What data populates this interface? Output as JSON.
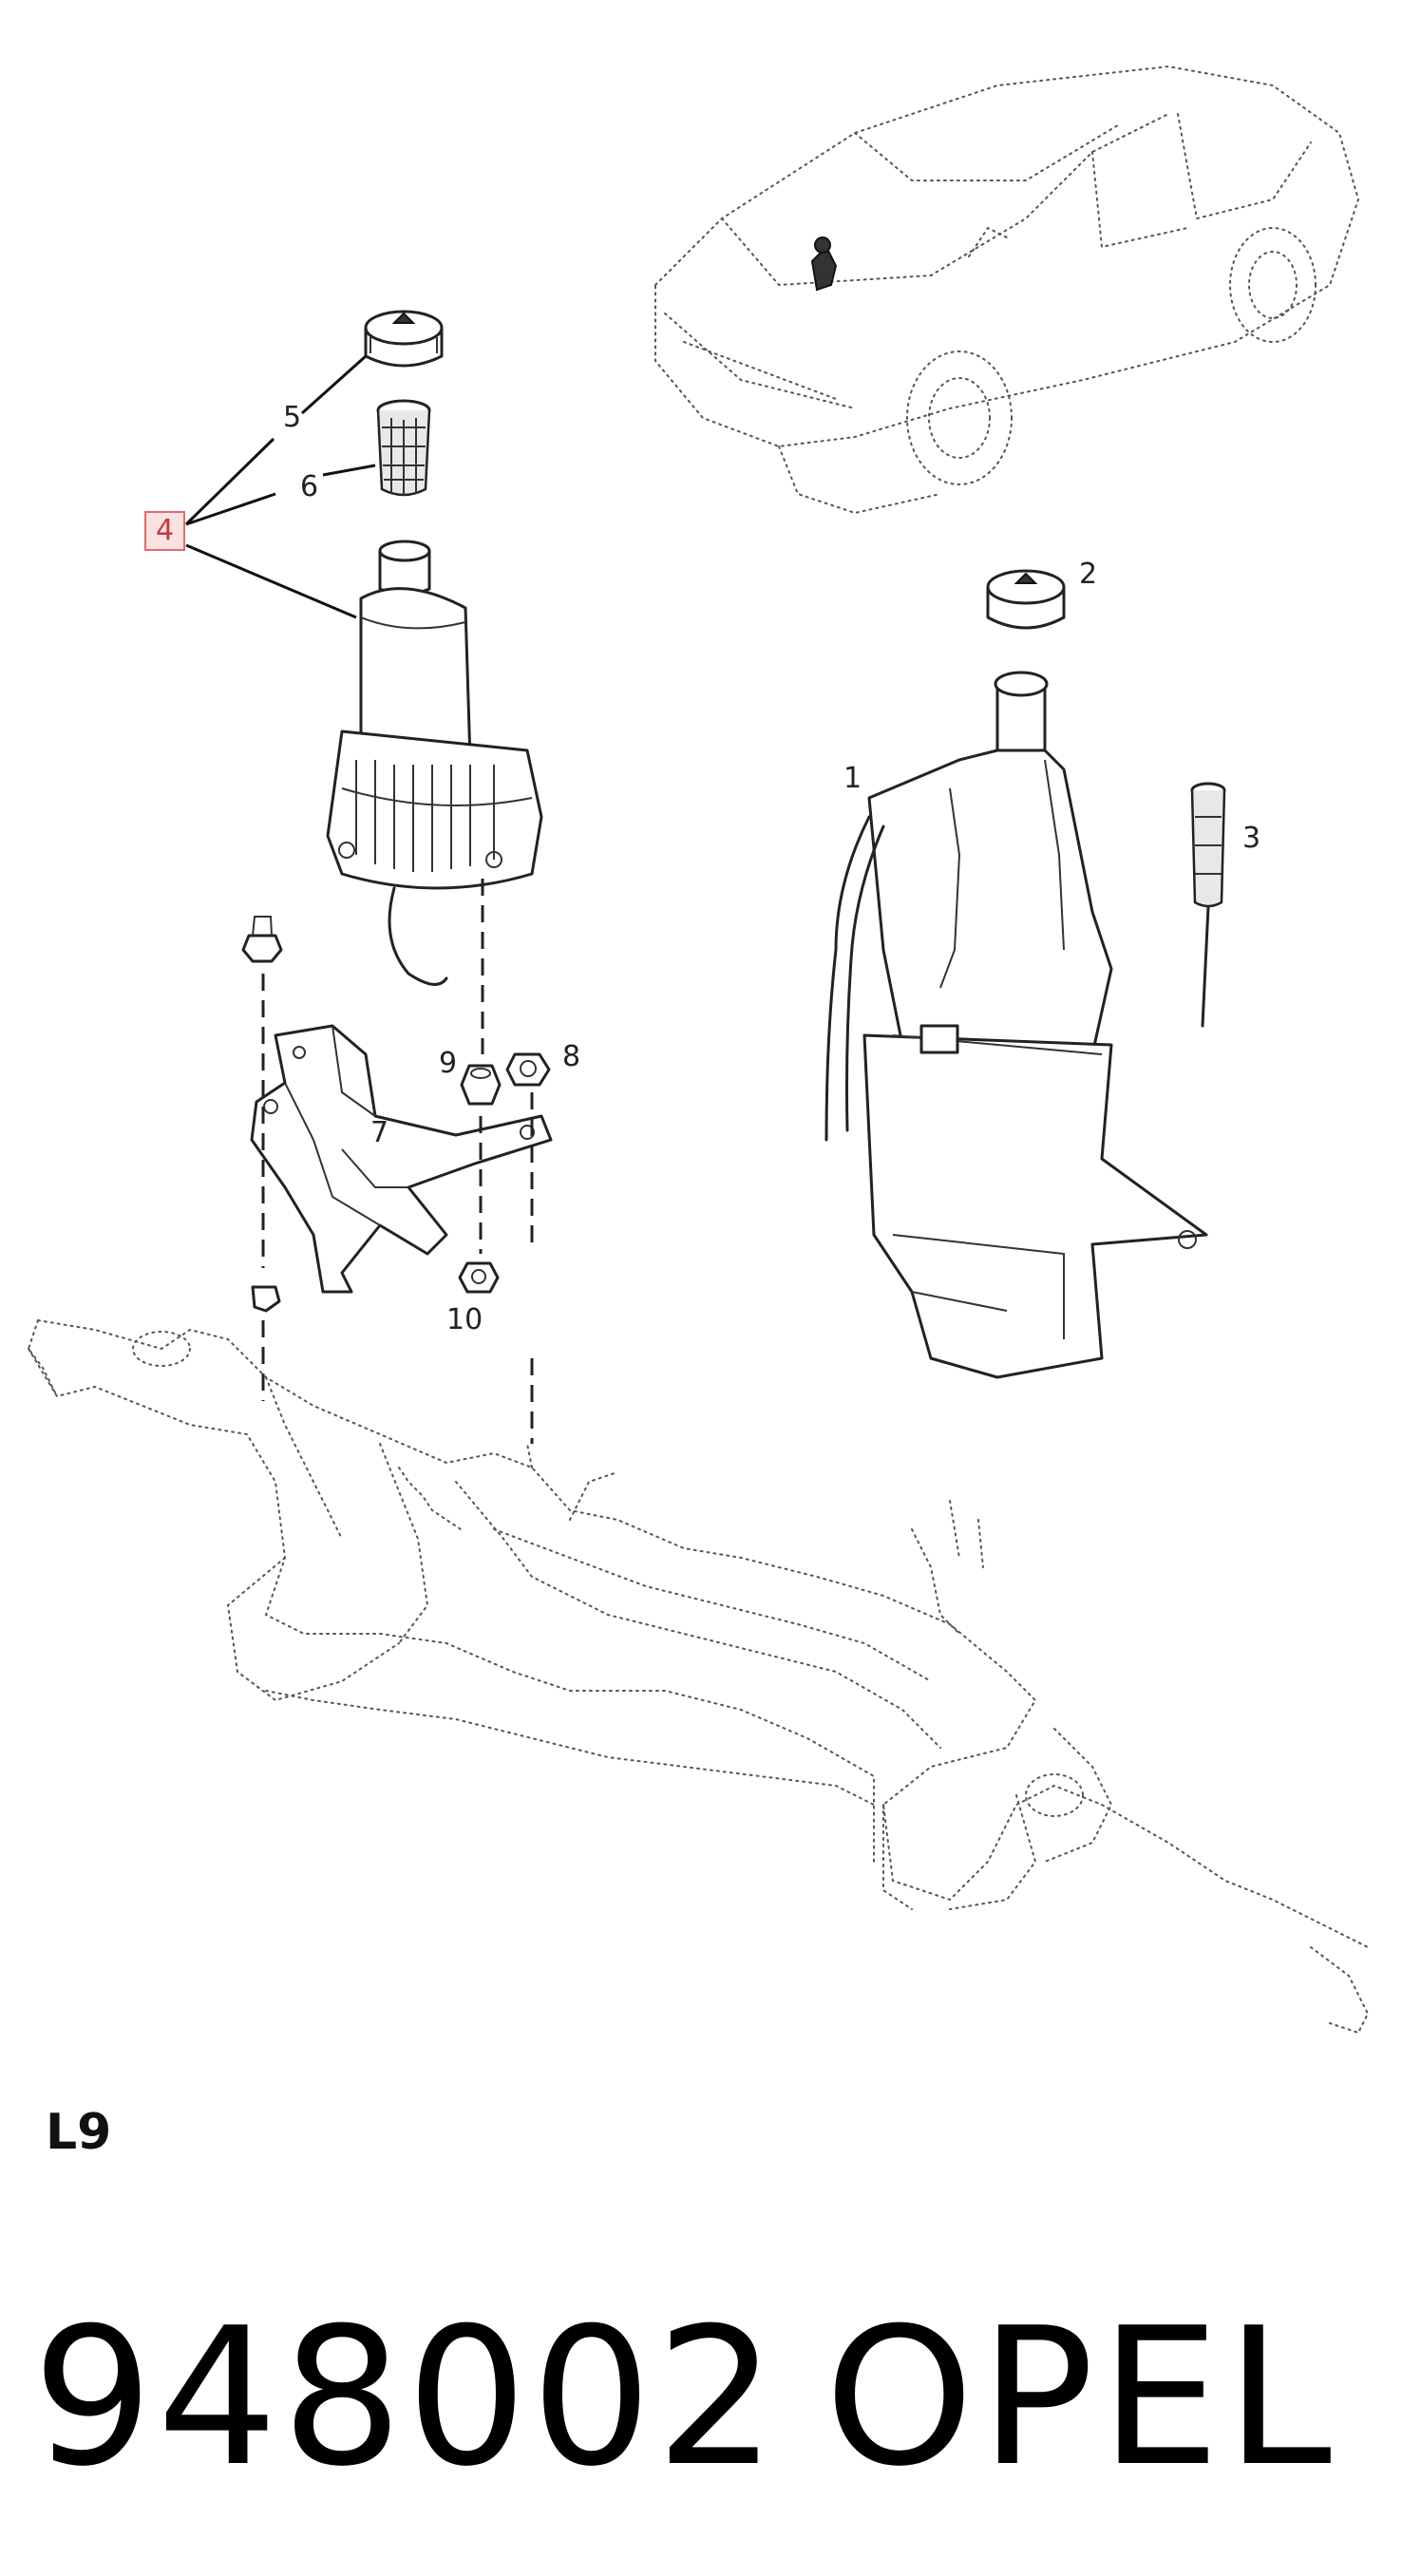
{
  "callouts": [
    {
      "id": "1",
      "label": "1"
    },
    {
      "id": "2",
      "label": "2"
    },
    {
      "id": "3",
      "label": "3"
    },
    {
      "id": "4",
      "label": "4"
    },
    {
      "id": "5",
      "label": "5"
    },
    {
      "id": "6",
      "label": "6"
    },
    {
      "id": "7",
      "label": "7"
    },
    {
      "id": "8",
      "label": "8"
    },
    {
      "id": "9",
      "label": "9"
    },
    {
      "id": "10",
      "label": "10"
    }
  ],
  "section_code": "L9",
  "part_number": "948002",
  "brand": "OPEL",
  "colors": {
    "highlight_border": "#e06b6b",
    "highlight_fill": "#fbe2e2"
  }
}
